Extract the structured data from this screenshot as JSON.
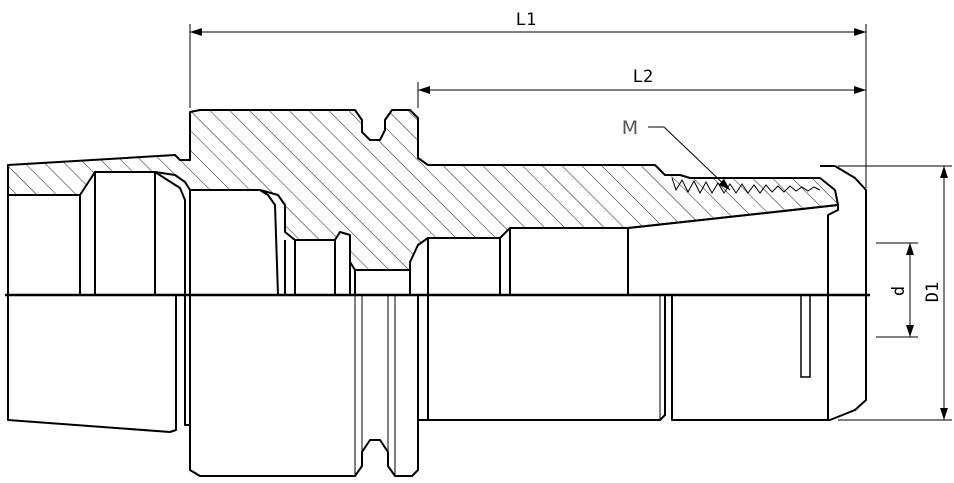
{
  "labels": {
    "overall_length": "L1",
    "thread_length": "L2",
    "thread": "M",
    "bore_diameter": "d",
    "outer_diameter": "D1"
  }
}
